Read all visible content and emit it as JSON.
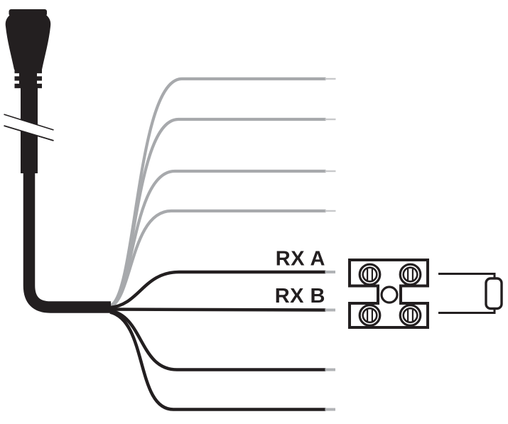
{
  "diagram": {
    "labels": {
      "rx_a": "RX A",
      "rx_b": "RX B"
    },
    "colors": {
      "black": "#231f20",
      "gray_wire": "#a7a9ac",
      "gray_tip_light": "#c8c9cb",
      "gray_tip_dark": "#b1b3b6",
      "background": "#ffffff"
    },
    "components": {
      "plug": "molded-connector-plug",
      "cable_break": "cable-break-symbol",
      "terminal_block": "screw-terminal-block-4-screws",
      "terminator": "termination-resistor"
    },
    "wires": {
      "gray_unused_count": 4,
      "black_count": 4,
      "labeled": [
        "RX A",
        "RX B"
      ]
    }
  }
}
